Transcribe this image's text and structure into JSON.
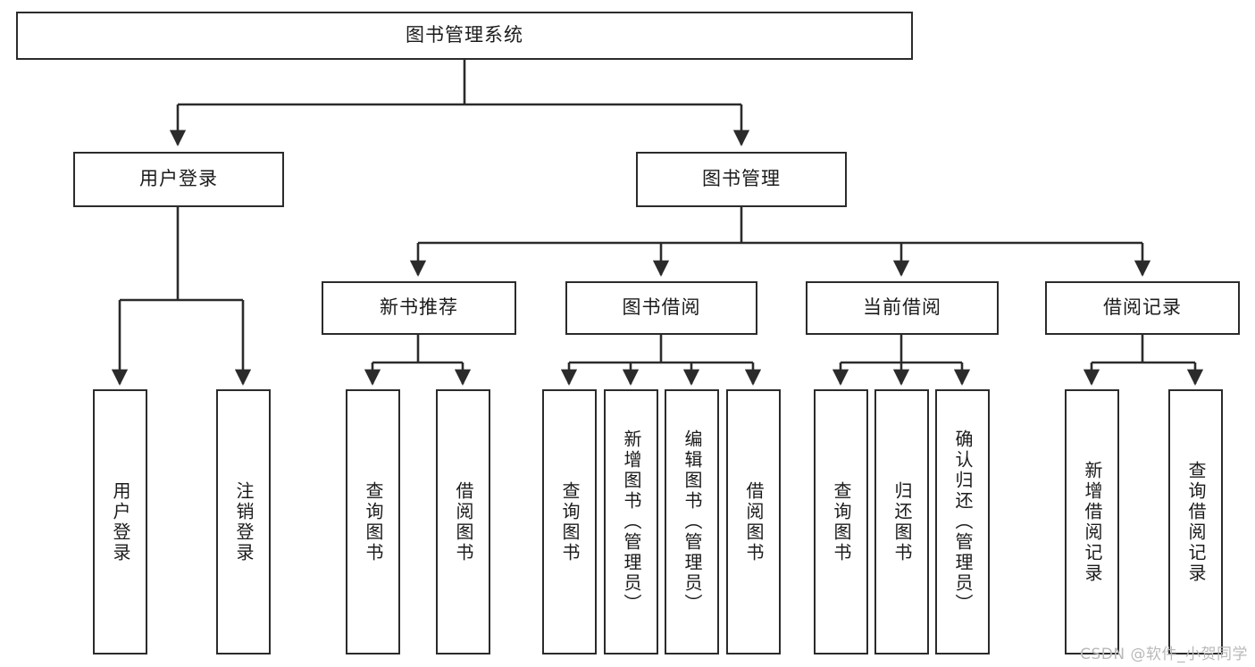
{
  "diagram": {
    "title": "图书管理系统",
    "type": "tree",
    "background": "#ffffff",
    "box_border_color": "#2b2b2b",
    "text_color": "#1b1b1b",
    "nodes": {
      "root": {
        "label": "图书管理系统"
      },
      "level2": [
        {
          "id": "user-login",
          "label": "用户登录"
        },
        {
          "id": "book-manage",
          "label": "图书管理"
        }
      ],
      "level3": [
        {
          "id": "new-book-recommend",
          "label": "新书推荐"
        },
        {
          "id": "book-borrow",
          "label": "图书借阅"
        },
        {
          "id": "current-borrow",
          "label": "当前借阅"
        },
        {
          "id": "borrow-record",
          "label": "借阅记录"
        }
      ],
      "leaves": [
        {
          "id": "leaf-user-login",
          "label": "用户登录",
          "parent": "user-login"
        },
        {
          "id": "leaf-user-logout",
          "label": "注销登录",
          "parent": "user-login"
        },
        {
          "id": "leaf-query-book-1",
          "label": "查询图书",
          "parent": "new-book-recommend"
        },
        {
          "id": "leaf-borrow-book-1",
          "label": "借阅图书",
          "parent": "new-book-recommend"
        },
        {
          "id": "leaf-query-book-2",
          "label": "查询图书",
          "parent": "book-borrow"
        },
        {
          "id": "leaf-add-book",
          "label": "新增图书（管理员）",
          "parent": "book-borrow"
        },
        {
          "id": "leaf-edit-book",
          "label": "编辑图书（管理员）",
          "parent": "book-borrow"
        },
        {
          "id": "leaf-borrow-book-2",
          "label": "借阅图书",
          "parent": "book-borrow"
        },
        {
          "id": "leaf-query-book-3",
          "label": "查询图书",
          "parent": "current-borrow"
        },
        {
          "id": "leaf-return-book",
          "label": "归还图书",
          "parent": "current-borrow"
        },
        {
          "id": "leaf-confirm-return",
          "label": "确认归还（管理员）",
          "parent": "current-borrow"
        },
        {
          "id": "leaf-add-record",
          "label": "新增借阅记录",
          "parent": "borrow-record"
        },
        {
          "id": "leaf-query-record",
          "label": "查询借阅记录",
          "parent": "borrow-record"
        }
      ]
    }
  },
  "watermark": {
    "text": "CSDN @软件_小贺同学"
  }
}
